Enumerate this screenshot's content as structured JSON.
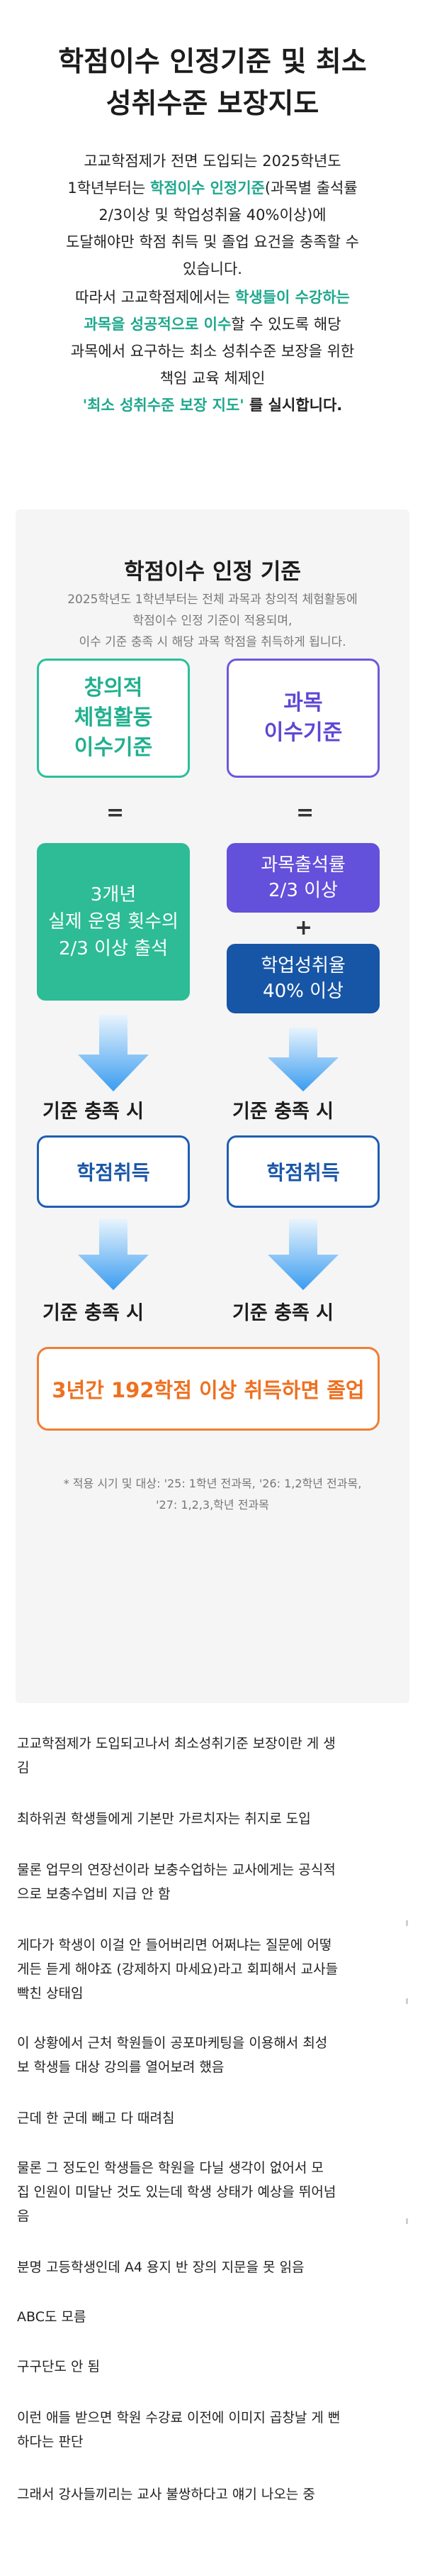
{
  "intro": {
    "title_lines": [
      "학점이수 인정기준 및 최소",
      "성취수준 보장지도"
    ],
    "p1": {
      "l1": "고교학점제가 전면 도입되는 2025학년도",
      "l2_a": "1학년부터는 ",
      "l2_hl": "학점이수 인정기준",
      "l2_b": "(과목별 출석률",
      "l3": "2/3이상 및 학업성취율 40%이상)에",
      "l4": "도달해야만 학점 취득 및 졸업 요건을 충족할 수",
      "l5": "있습니다."
    },
    "p2": {
      "l1_a": "따라서 고교학점제에서는 ",
      "l1_hl": "학생들이 수강하는",
      "l2_hl": "과목을 성공적으로 이수",
      "l2_b": "할 수 있도록 해당",
      "l3": "과목에서 요구하는 최소 성취수준 보장을 위한",
      "l4": "책임 교육 체제인",
      "l5_hl": "'최소 성취수준 보장 지도'",
      "l5_b": " 를 실시합니다."
    }
  },
  "infographic": {
    "title": "학점이수 인정 기준",
    "subtitle_lines": [
      "2025학년도 1학년부터는 전체 과목과 창의적 체험활동에",
      "학점이수 인정 기준이 적용되며,",
      "이수 기준 충족 시 해당 과목 학점을 취득하게 됩니다."
    ],
    "left_top_lines": [
      "창의적",
      "체험활동",
      "이수기준"
    ],
    "right_top_lines": [
      "과목",
      "이수기준"
    ],
    "equals": "=",
    "left_condition_lines": [
      "3개년",
      "실제 운영 횟수의",
      "2/3 이상 출석"
    ],
    "right_condition1_lines": [
      "과목출석률",
      "2/3 이상"
    ],
    "plus": "+",
    "right_condition2_lines": [
      "학업성취율",
      "40% 이상"
    ],
    "criteria_met": "기준 충족 시",
    "credit_label": "학점취득",
    "graduation": "3년간 192학점 이상 취득하면 졸업",
    "footnote_lines": [
      "* 적용 시기 및 대상: '25: 1학년 전과목, '26: 1,2학년 전과목,",
      "'27: 1,2,3,학년 전과목"
    ],
    "colors": {
      "green": "#2dbc95",
      "purple": "#6350db",
      "blue": "#1755a6",
      "orange": "#ef7e35",
      "arrow": "#3a9cf0"
    }
  },
  "comments": [
    [
      "고교학점제가 도입되고나서 최소성취기준 보장이란 게 생",
      "김"
    ],
    [
      "최하위권 학생들에게 기본만 가르치자는 취지로 도입"
    ],
    [
      "물론 업무의 연장선이라 보충수업하는 교사에게는 공식적",
      "으로 보충수업비 지급 안 함"
    ],
    [
      "게다가 학생이 이걸 안 들어버리면 어쩌냐는 질문에 어떻",
      "게든 듣게 해야죠 (강제하지 마세요)라고 회피해서 교사들",
      "빡친 상태임"
    ],
    [
      "이 상황에서 근처 학원들이 공포마케팅을 이용해서 최성",
      "보 학생들 대상 강의를 열어보려 했음"
    ],
    [
      "근데 한 군데 빼고 다 때려침"
    ],
    [
      "물론 그 정도인 학생들은 학원을 다닐 생각이 없어서 모",
      "집 인원이 미달난 것도 있는데 학생 상태가 예상을 뛰어넘",
      "음"
    ],
    [
      "분명 고등학생인데 A4 용지 반 장의 지문을 못 읽음"
    ],
    [
      "ABC도 모름"
    ],
    [
      "구구단도 안 됨"
    ],
    [
      "이런 애들 받으면 학원 수강료 이전에 이미지 곱창날 게 뻔",
      "하다는 판단"
    ],
    [
      "그래서 강사들끼리는 교사 불쌍하다고 얘기 나오는 중"
    ]
  ]
}
